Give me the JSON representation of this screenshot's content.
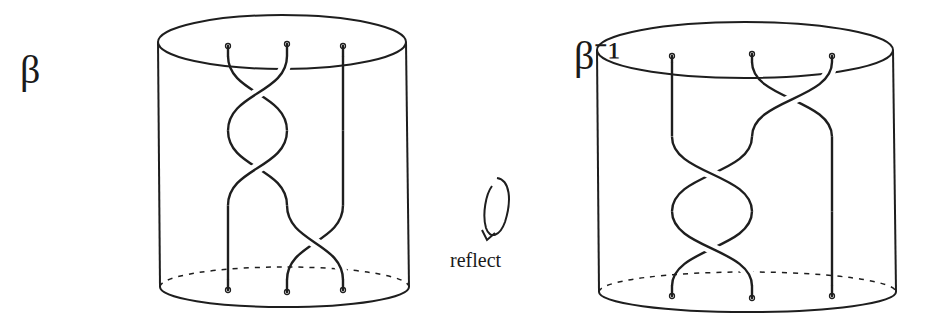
{
  "diagram": {
    "labels": [
      "β",
      "reflect",
      "β⁻¹"
    ]
  }
}
